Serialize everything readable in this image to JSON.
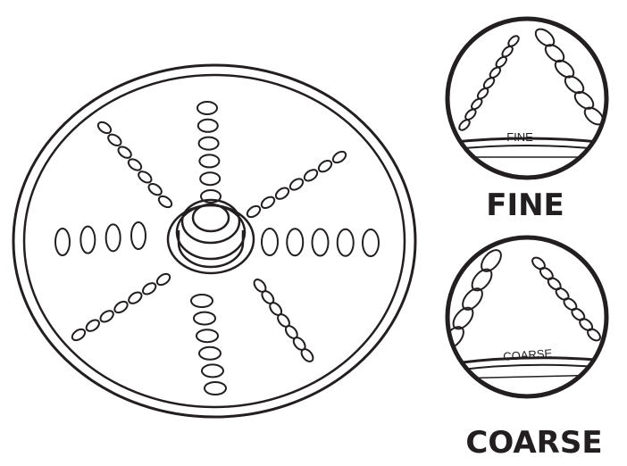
{
  "disc": {
    "name": "shredding-disc"
  },
  "fine": {
    "label": "FINE",
    "disc_label": "FINE"
  },
  "coarse": {
    "label": "COARSE",
    "disc_label": "COARSE"
  },
  "colors": {
    "stroke": "#231f20",
    "background": "#ffffff"
  }
}
